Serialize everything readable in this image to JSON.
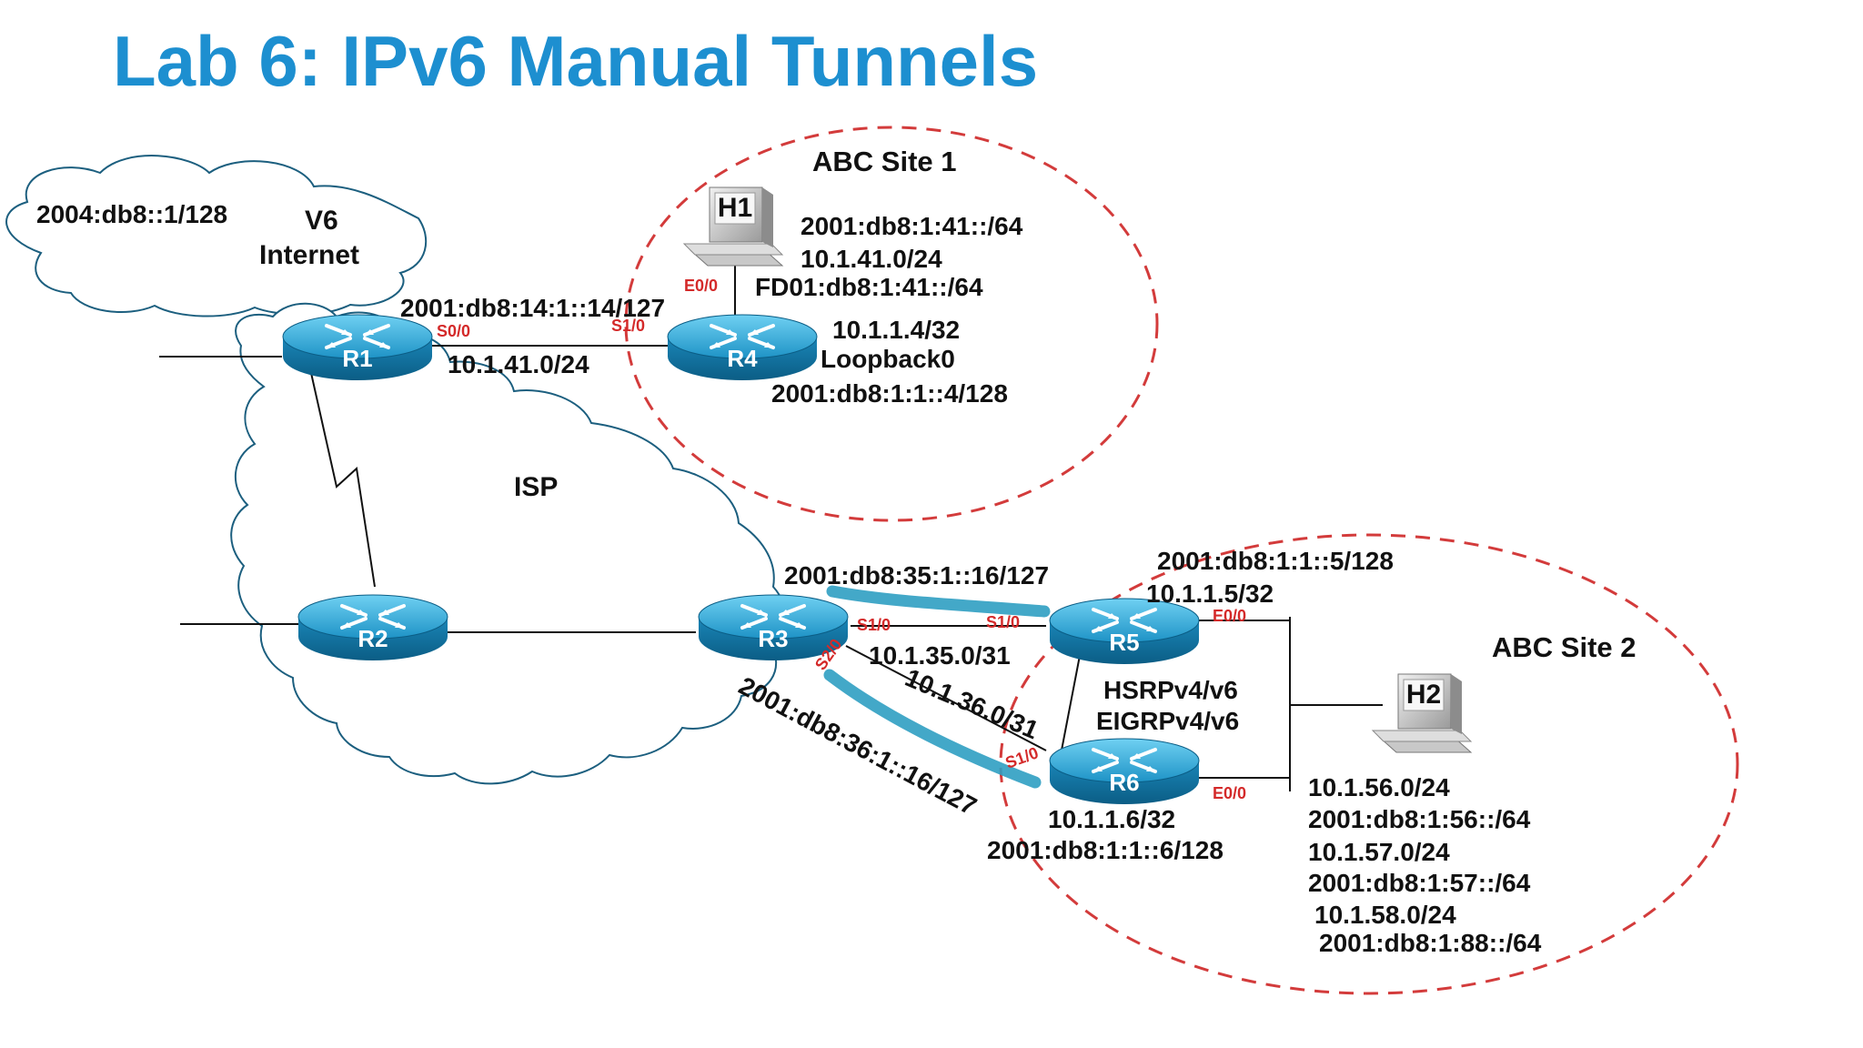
{
  "title": "Lab 6: IPv6 Manual Tunnels",
  "clouds": {
    "v6_internet": {
      "line1": "V6",
      "line2": "Internet",
      "addr": "2004:db8::1/128"
    },
    "isp": {
      "label": "ISP"
    }
  },
  "sites": {
    "site1": {
      "label": "ABC Site 1"
    },
    "site2": {
      "label": "ABC Site 2"
    }
  },
  "routers": {
    "r1": "R1",
    "r2": "R2",
    "r3": "R3",
    "r4": "R4",
    "r5": "R5",
    "r6": "R6"
  },
  "hosts": {
    "h1": "H1",
    "h2": "H2"
  },
  "interfaces": {
    "r1_s00": "S0/0",
    "r4_s10": "S1/0",
    "r4_e00": "E0/0",
    "r3_s10": "S1/0",
    "r3_s20": "S2/0",
    "r5_s10": "S1/0",
    "r5_e00": "E0/0",
    "r6_s10": "S1/0",
    "r6_e00": "E0/0"
  },
  "labels": {
    "r1_r4_v6": "2001:db8:14:1::14/127",
    "r1_r4_v4": "10.1.41.0/24",
    "h1_v6": "2001:db8:1:41::/64",
    "h1_v4": "10.1.41.0/24",
    "h1_fd": "FD01:db8:1:41::/64",
    "r4_lo_v4": "10.1.1.4/32",
    "r4_lo_name": "Loopback0",
    "r4_lo_v6": "2001:db8:1:1::4/128",
    "r3_r5_v6": "2001:db8:35:1::16/127",
    "r5_lo_v6": "2001:db8:1:1::5/128",
    "r5_lo_v4": "10.1.1.5/32",
    "r3_r5_v4": "10.1.35.0/31",
    "r3_r6_v4": "10.1.36.0/31",
    "r3_r6_v6": "2001:db8:36:1::16/127",
    "hsrp": "HSRPv4/v6",
    "eigrp": "EIGRPv4/v6",
    "r6_lo_v4": "10.1.1.6/32",
    "r6_lo_v6": "2001:db8:1:1::6/128",
    "lan1_v4": "10.1.56.0/24",
    "lan1_v6": "2001:db8:1:56::/64",
    "lan2_v4": "10.1.57.0/24",
    "lan2_v6": "2001:db8:1:57::/64",
    "lan3_v4": "10.1.58.0/24",
    "lan3_v6": "2001:db8:1:88::/64"
  }
}
